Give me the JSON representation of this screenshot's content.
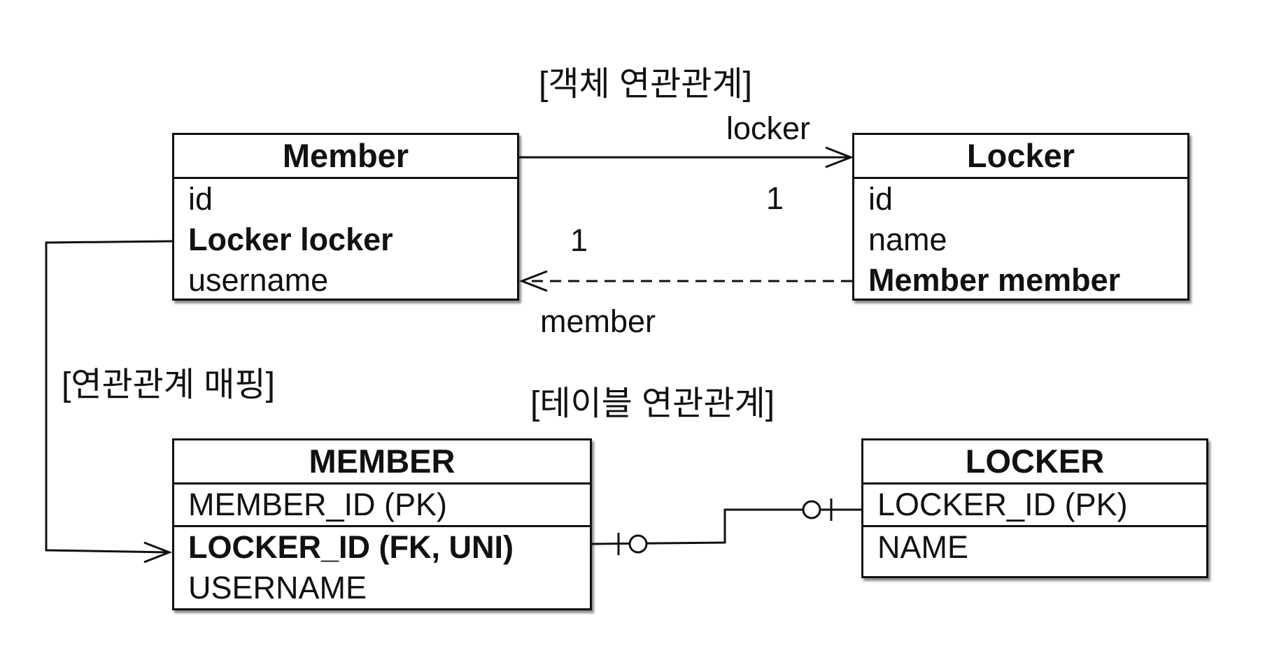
{
  "titles": {
    "object": "[객체 연관관계]",
    "mapping": "[연관관계 매핑]",
    "table": "[테이블 연관관계]"
  },
  "objects": {
    "member": {
      "name": "Member",
      "fields": [
        {
          "text": "id",
          "bold": false
        },
        {
          "text": "Locker locker",
          "bold": true
        },
        {
          "text": "username",
          "bold": false
        }
      ]
    },
    "locker": {
      "name": "Locker",
      "fields": [
        {
          "text": "id",
          "bold": false
        },
        {
          "text": "name",
          "bold": false
        },
        {
          "text": "Member member",
          "bold": true
        }
      ]
    }
  },
  "edges": {
    "member_to_locker": {
      "label": "locker",
      "multiplicity": "1"
    },
    "locker_to_member": {
      "label": "member",
      "multiplicity": "1"
    }
  },
  "tables": {
    "member": {
      "name": "MEMBER",
      "pk": "MEMBER_ID (PK)",
      "fields": [
        {
          "text": "LOCKER_ID (FK, UNI)",
          "bold": true
        },
        {
          "text": "USERNAME",
          "bold": false
        }
      ]
    },
    "locker": {
      "name": "LOCKER",
      "pk": "LOCKER_ID (PK)",
      "fields": [
        {
          "text": "NAME",
          "bold": false
        }
      ]
    }
  }
}
